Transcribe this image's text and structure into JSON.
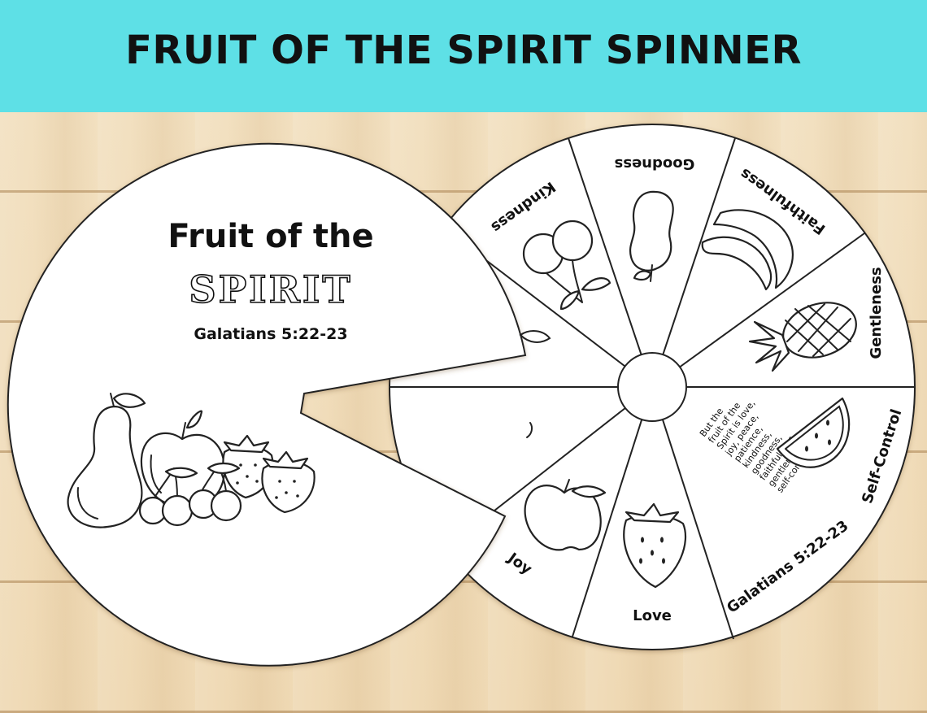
{
  "banner": {
    "title": "FRUIT OF THE SPIRIT SPINNER"
  },
  "cover": {
    "title_line1": "Fruit of the",
    "title_line2": "SPIRIT",
    "reference": "Galatians 5:22-23"
  },
  "wheel": {
    "segments": [
      {
        "label": "Goodness",
        "icon": "pear-icon"
      },
      {
        "label": "Faithfulness",
        "icon": "banana-icon"
      },
      {
        "label": "Gentleness",
        "icon": "pineapple-icon"
      },
      {
        "label": "Self-Control",
        "icon": "watermelon-icon"
      },
      {
        "label": "Galatians 5:22-23",
        "icon": "verse"
      },
      {
        "label": "Love",
        "icon": "strawberry-icon"
      },
      {
        "label": "Joy",
        "icon": "apple-icon"
      },
      {
        "label": "Kindness",
        "icon": "cherries-icon"
      }
    ],
    "verse_lines": [
      "But the",
      "fruit of the",
      "Spirit is love,",
      "joy, peace,",
      "patience,",
      "kindness,",
      "goodness,",
      "faithfulness,",
      "gentleness, and",
      "self-control."
    ]
  },
  "colors": {
    "banner": "#5ee0e6",
    "wood": "#f1dfbf"
  }
}
